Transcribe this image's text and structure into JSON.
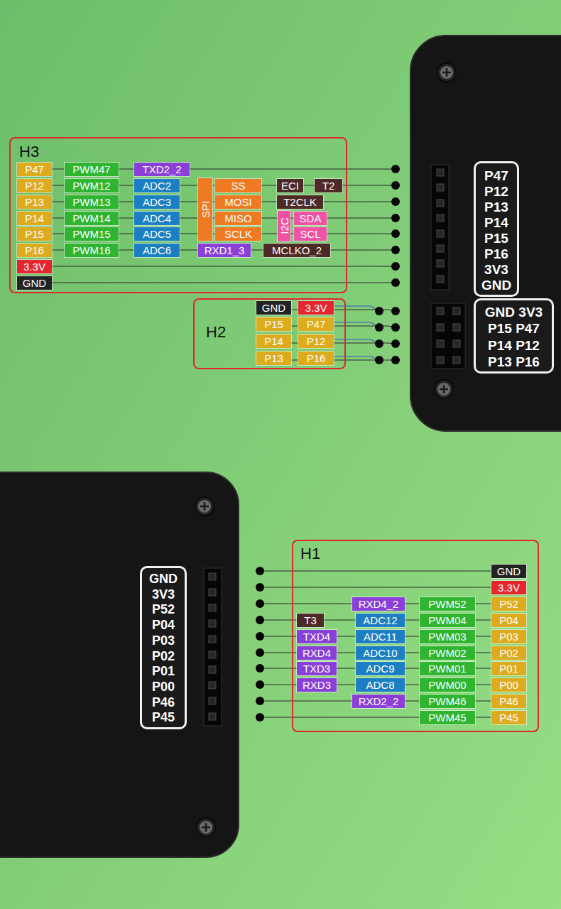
{
  "diagram": {
    "nodes": [
      {
        "text": [
          "H3"
        ]
      },
      {
        "text": [
          "P47",
          "P12",
          "P13",
          "P14",
          "P15",
          "P16",
          "3V3",
          "GND"
        ]
      },
      {
        "text": [
          "H2"
        ]
      },
      {
        "text": [
          "GND 3V3",
          "P15 P47",
          "P14 P12",
          "P13 P16"
        ]
      },
      {
        "text": [
          "GND",
          "3V3",
          "P52",
          "P04",
          "P03",
          "P02",
          "P01",
          "P00",
          "P46",
          "P45"
        ]
      },
      {
        "text": [
          "H1"
        ]
      }
    ],
    "labels": [
      "P47",
      "PWM47",
      "TXD2_2",
      "P12",
      "PWM12",
      "ADC2",
      "SPI",
      "SS",
      "ECI",
      "T2",
      "P13",
      "PWM13",
      "ADC3",
      "MOSI",
      "T2CLK",
      "P14",
      "PWM14",
      "ADC4",
      "MISO",
      "I2C",
      "SDA",
      "P15",
      "PWM15",
      "ADC5",
      "SCLK",
      "SCL",
      "P16",
      "PWM16",
      "ADC6",
      "RXD1_3",
      "MCLKO_2",
      "3.3V",
      "GND",
      "GND",
      "3.3V",
      "P15",
      "P47",
      "P14",
      "P12",
      "P13",
      "P16",
      "GND",
      "3.3V",
      "RXD4_2",
      "PWM52",
      "P52",
      "T3",
      "ADC12",
      "PWM04",
      "P04",
      "TXD4",
      "ADC11",
      "PWM03",
      "P03",
      "RXD4",
      "ADC10",
      "PWM02",
      "P02",
      "TXD3",
      "ADC9",
      "PWM01",
      "P01",
      "RXD3",
      "ADC8",
      "PWM00",
      "P00",
      "RXD2_2",
      "PWM46",
      "P46",
      "PWM45",
      "P45"
    ]
  }
}
